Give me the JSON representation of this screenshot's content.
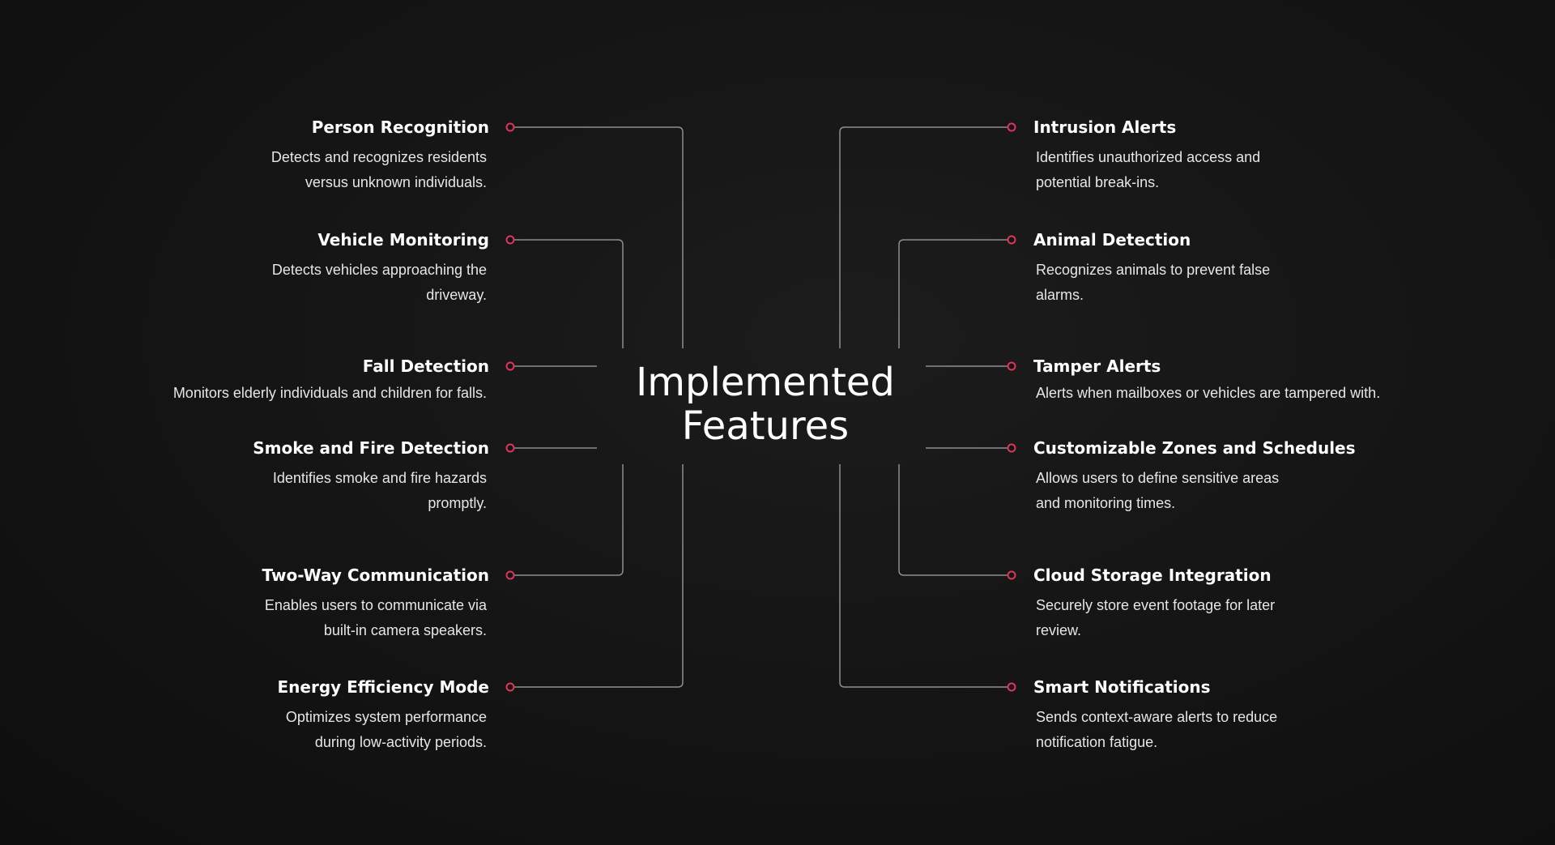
{
  "title_lines": [
    "Implemented",
    "Features"
  ],
  "colors": {
    "accent": "#e0345e",
    "connector": "#8e8e8e",
    "background": "#141414",
    "text": "#ffffff"
  },
  "left_features": [
    {
      "title": "Person Recognition",
      "description": "Detects and recognizes residents versus unknown individuals."
    },
    {
      "title": "Vehicle Monitoring",
      "description": "Detects vehicles approaching the driveway."
    },
    {
      "title": "Fall Detection",
      "description": "Monitors elderly individuals and children for falls."
    },
    {
      "title": "Smoke and Fire Detection",
      "description": "Identifies smoke and fire hazards promptly."
    },
    {
      "title": "Two-Way Communication",
      "description": "Enables users to communicate via built-in camera speakers."
    },
    {
      "title": "Energy Efficiency Mode",
      "description": "Optimizes system performance during low-activity periods."
    }
  ],
  "right_features": [
    {
      "title": "Intrusion Alerts",
      "description": "Identifies unauthorized access and potential break-ins."
    },
    {
      "title": "Animal Detection",
      "description": "Recognizes animals to prevent false alarms."
    },
    {
      "title": "Tamper Alerts",
      "description": "Alerts when mailboxes or vehicles are tampered with."
    },
    {
      "title": "Customizable Zones and Schedules",
      "description": "Allows users to define sensitive areas and monitoring times."
    },
    {
      "title": "Cloud Storage Integration",
      "description": "Securely store event footage for later review."
    },
    {
      "title": "Smart Notifications",
      "description": "Sends context-aware alerts to reduce notification fatigue."
    }
  ]
}
